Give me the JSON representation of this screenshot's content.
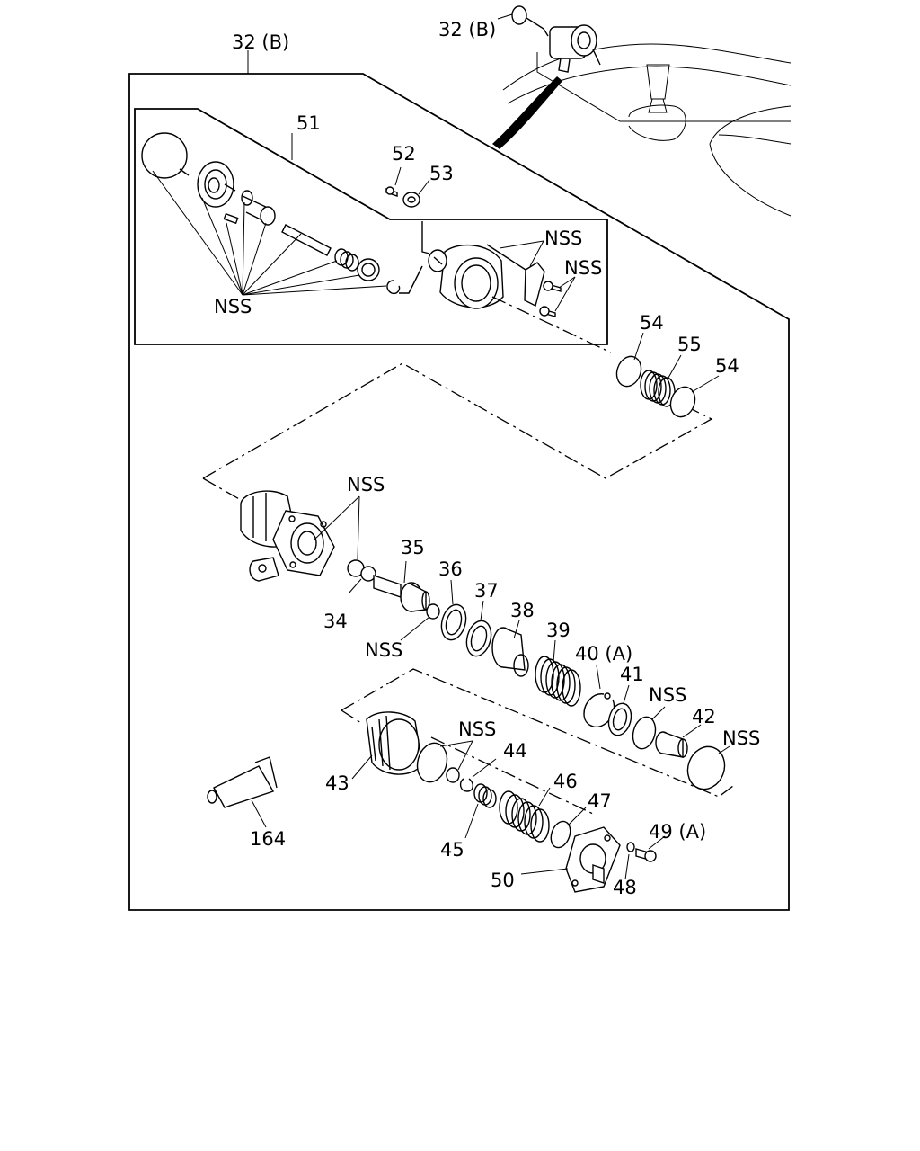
{
  "labels": {
    "ref_32b_top": "32 (B)",
    "ref_32b_frame": "32 (B)",
    "p51": "51",
    "p52": "52",
    "p53": "53",
    "nss_a": "NSS",
    "nss_b": "NSS",
    "nss_c": "NSS",
    "p54a": "54",
    "p55": "55",
    "p54b": "54",
    "nss_d": "NSS",
    "p35": "35",
    "p34": "34",
    "nss_e": "NSS",
    "p36": "36",
    "p37": "37",
    "p38": "38",
    "p39": "39",
    "p40a": "40 (A)",
    "p41": "41",
    "nss_f": "NSS",
    "p42": "42",
    "nss_g": "NSS",
    "nss_h": "NSS",
    "p44": "44",
    "p43": "43",
    "p46": "46",
    "p47": "47",
    "p45": "45",
    "p49a": "49 (A)",
    "p50": "50",
    "p48": "48",
    "p164": "164"
  }
}
